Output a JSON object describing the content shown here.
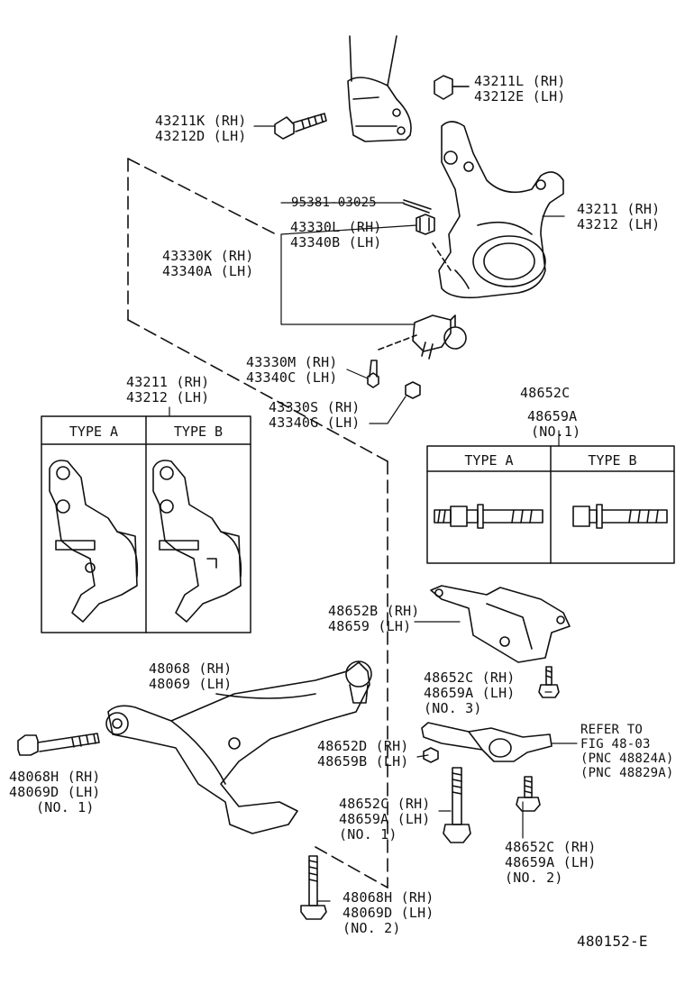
{
  "colors": {
    "ink": "#111111",
    "paper": "#ffffff"
  },
  "labels": {
    "bolt_top": [
      "43211K (RH)",
      "43212D (LH)"
    ],
    "nut_top": [
      "43211L (RH)",
      "43212E (LH)"
    ],
    "cotter": "95381-03025",
    "knuckle": [
      "43211 (RH)",
      "43212 (LH)"
    ],
    "ball_joint_nut": [
      "43330L (RH)",
      "43340B (LH)"
    ],
    "ball_joint": [
      "43330K (RH)",
      "43340A (LH)"
    ],
    "ball_joint_bolt": [
      "43330M (RH)",
      "43340C (LH)"
    ],
    "ball_joint_nut2": [
      "43330S (RH)",
      "43340G (LH)"
    ],
    "knuckle_types": [
      "43211 (RH)",
      "43212 (LH)"
    ],
    "arm": [
      "48068 (RH)",
      "48069 (LH)"
    ],
    "arm_bolt_front": [
      "48068H (RH)",
      "48069D (LH)",
      "(NO. 1)"
    ],
    "arm_bolt_bottom": [
      "48068H (RH)",
      "48069D (LH)",
      "(NO. 2)"
    ],
    "bolt_types_header": [
      "48652C",
      "48659A",
      "(NO.1)"
    ],
    "bracket": [
      "48652B (RH)",
      "48659 (LH)"
    ],
    "bolt_no3": [
      "48652C (RH)",
      "48659A (LH)",
      "(NO. 3)"
    ],
    "nut_arm": [
      "48652D (RH)",
      "48659B (LH)"
    ],
    "bolt_no1": [
      "48652C (RH)",
      "48659A (LH)",
      "(NO. 1)"
    ],
    "bolt_no2": [
      "48652C (RH)",
      "48659A (LH)",
      "(NO. 2)"
    ],
    "refer": [
      "REFER TO",
      "FIG 48-03",
      "(PNC 48824A)",
      "(PNC 48829A)"
    ],
    "diagram_code": "480152-E"
  },
  "tables": {
    "knuckle_types": {
      "col_a": "TYPE A",
      "col_b": "TYPE B"
    },
    "bolt_types": {
      "col_a": "TYPE A",
      "col_b": "TYPE B"
    }
  }
}
